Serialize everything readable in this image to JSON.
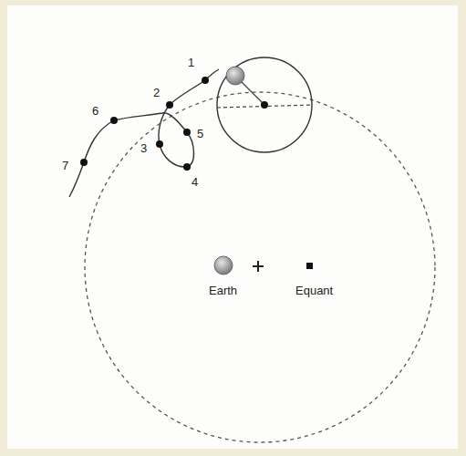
{
  "diagram": {
    "labels": [
      "1",
      "2",
      "3",
      "4",
      "5",
      "6",
      "7",
      "Earth",
      "Equant"
    ]
  }
}
